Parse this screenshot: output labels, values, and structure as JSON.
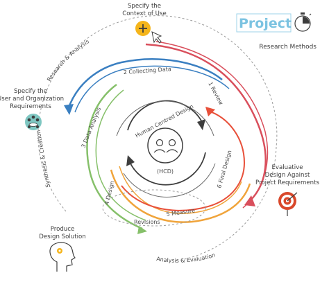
{
  "brand": {
    "logo_word": "Project",
    "subtitle": "Research Methods"
  },
  "center": {
    "title": "Human Centred Design",
    "abbr": "(HCD)"
  },
  "stages": [
    {
      "id": "context",
      "lines": [
        "Specify the",
        "Context of Use"
      ],
      "icon": "plus-circle-icon"
    },
    {
      "id": "requirements",
      "lines": [
        "Specify the",
        "User and Organization",
        "Requirements"
      ],
      "icon": "team-meeting-icon"
    },
    {
      "id": "evaluate",
      "lines": [
        "Evaluative",
        "Design Against",
        "Project Requirements"
      ],
      "icon": "target-icon"
    },
    {
      "id": "produce",
      "lines": [
        "Produce",
        "Design Solution"
      ],
      "icon": "head-gear-icon"
    }
  ],
  "arc_labels": {
    "review": "1 Review",
    "collecting": "2 Collecting Data",
    "analysis": "3 Data Analysis",
    "design": "4 Design",
    "measure": "5 Measure",
    "final": "6 Final Design",
    "revisions": "Revisions",
    "research_analysis": "Research & Analysis",
    "synthesis": "Synthesis & Creation",
    "analysis_eval": "Analysis & Evaluation"
  },
  "colors": {
    "review": "#d94f5c",
    "collecting": "#3a7fc1",
    "analysis": "#86c06a",
    "design": "#f0a43b",
    "measure": "#e8503a",
    "icon_yellow": "#f5b51b",
    "target_red": "#d9482b",
    "team_teal": "#7fc7c2",
    "logo_blue": "#7cc3e1"
  }
}
